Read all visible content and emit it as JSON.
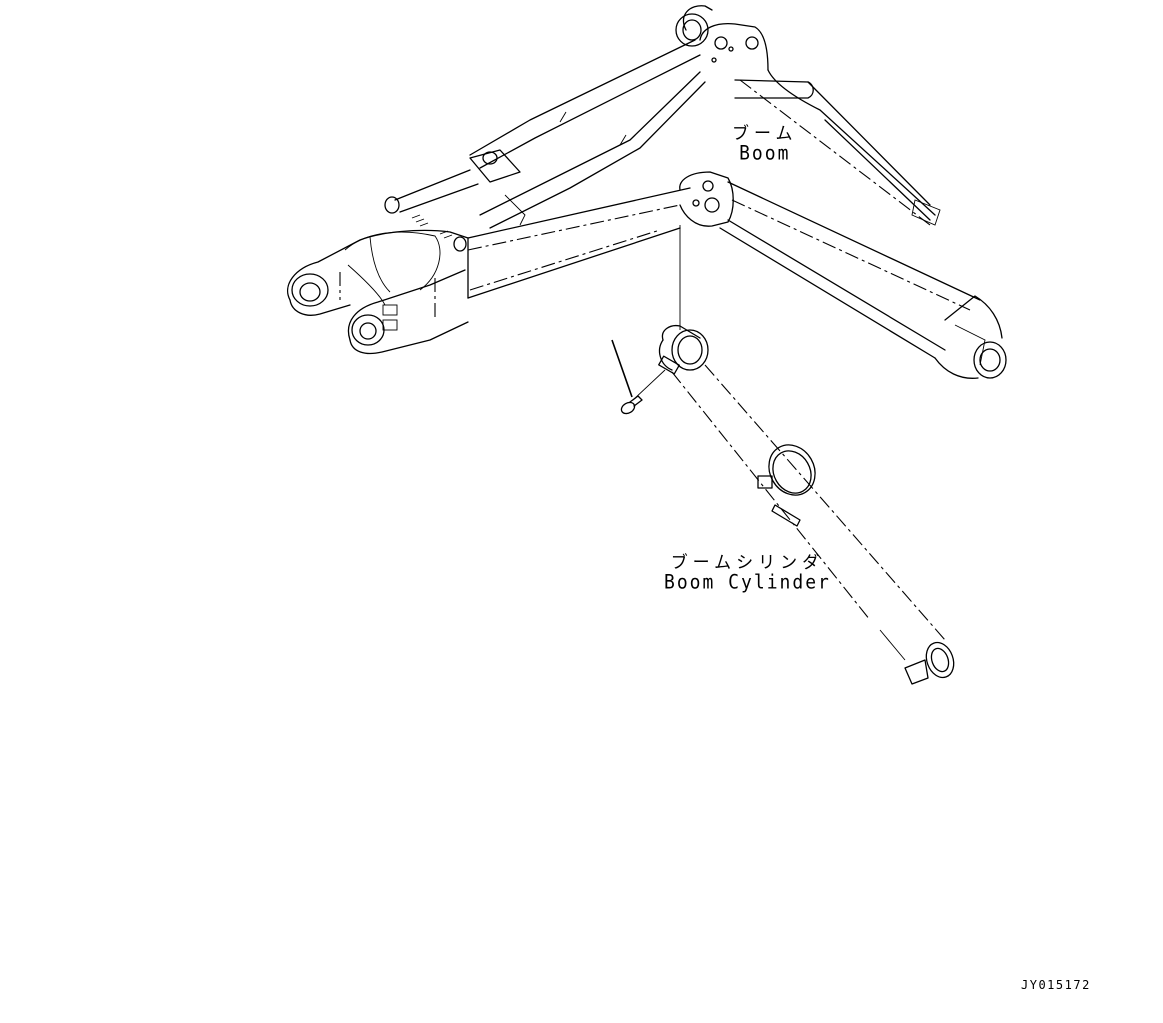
{
  "diagram": {
    "type": "exploded-parts-line-drawing",
    "background": "#ffffff",
    "line_color": "#000000"
  },
  "labels": {
    "boom": {
      "jp": "ブーム",
      "en": "Boom"
    },
    "boom_cylinder": {
      "jp": "ブームシリンダ",
      "en": "Boom Cylinder"
    }
  },
  "drawing_code": "JY015172",
  "parts": [
    {
      "name": "boom",
      "label_ref": "labels.boom"
    },
    {
      "name": "boom-cylinder",
      "label_ref": "labels.boom_cylinder"
    },
    {
      "name": "grease-fitting-bolt",
      "label_ref": null
    }
  ]
}
